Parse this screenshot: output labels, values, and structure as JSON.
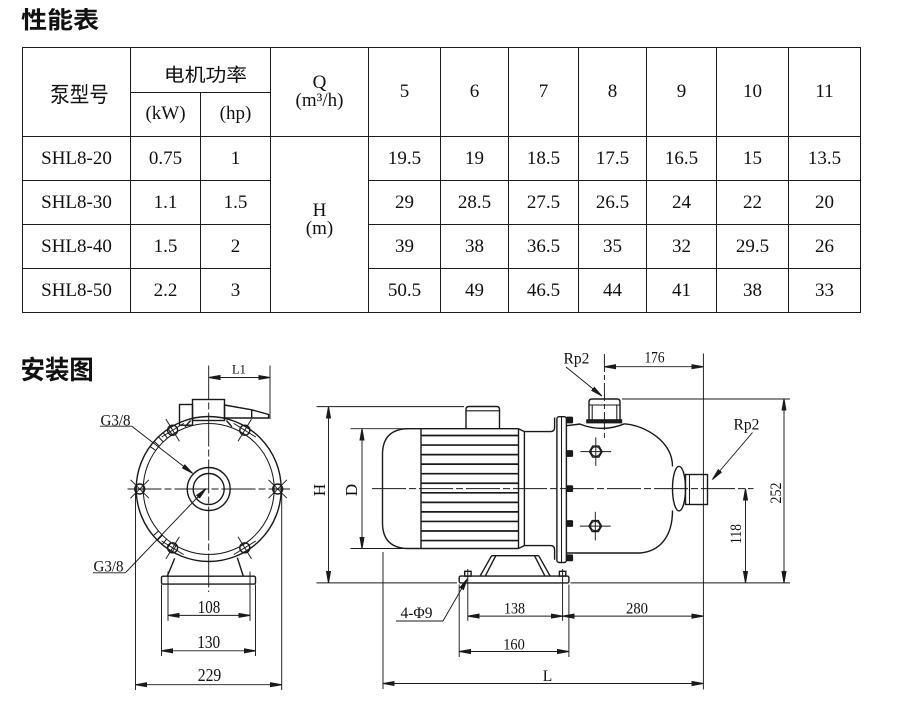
{
  "page": {
    "table_title": "性能表",
    "diagram_title": "安装图"
  },
  "table": {
    "header": {
      "pump_model": "泵型号",
      "motor_power": "电机功率",
      "kw": "(kW)",
      "hp": "(hp)",
      "q_label": "Q",
      "q_unit": "(m³/h)",
      "flow_columns": [
        "5",
        "6",
        "7",
        "8",
        "9",
        "10",
        "11"
      ],
      "head_label": "H",
      "head_unit": "(m)"
    },
    "rows": [
      {
        "model": "SHL8-20",
        "kw": "0.75",
        "hp": "1",
        "heads": [
          "19.5",
          "19",
          "18.5",
          "17.5",
          "16.5",
          "15",
          "13.5"
        ]
      },
      {
        "model": "SHL8-30",
        "kw": "1.1",
        "hp": "1.5",
        "heads": [
          "29",
          "28.5",
          "27.5",
          "26.5",
          "24",
          "22",
          "20"
        ]
      },
      {
        "model": "SHL8-40",
        "kw": "1.5",
        "hp": "2",
        "heads": [
          "39",
          "38",
          "36.5",
          "35",
          "32",
          "29.5",
          "26"
        ]
      },
      {
        "model": "SHL8-50",
        "kw": "2.2",
        "hp": "3",
        "heads": [
          "50.5",
          "49",
          "46.5",
          "44",
          "41",
          "38",
          "33"
        ]
      }
    ]
  },
  "drawing": {
    "front_view": {
      "dim_l1": "L1",
      "port_top_label": "G3/8",
      "port_bottom_label": "G3/8",
      "dim_base_holes": "108",
      "dim_base_inner": "130",
      "dim_overall_width": "229"
    },
    "side_view": {
      "discharge_port_label": "Rp2",
      "suction_port_label": "Rp2",
      "dim_port_to_end": "176",
      "dim_height": "H",
      "dim_motor_diameter": "D",
      "dim_overall_height": "252",
      "dim_suction_height": "118",
      "mount_holes_label": "4-Φ9",
      "dim_base_holes": "138",
      "dim_hole_to_end": "280",
      "dim_base_length": "160",
      "dim_overall_length": "L"
    }
  }
}
